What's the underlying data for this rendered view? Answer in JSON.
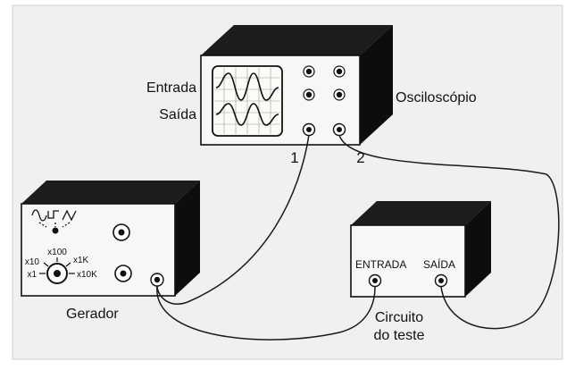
{
  "oscilloscope": {
    "title": "Osciloscópio",
    "label_in": "Entrada",
    "label_out": "Saída",
    "channel_1": "1",
    "channel_2": "2"
  },
  "generator": {
    "title": "Gerador",
    "range_labels": [
      "x10",
      "x100",
      "x1K",
      "x1",
      "x10K"
    ]
  },
  "circuit": {
    "title_line1": "Circuito",
    "title_line2": "do teste",
    "input_label": "ENTRADA",
    "output_label": "SAÍDA"
  }
}
